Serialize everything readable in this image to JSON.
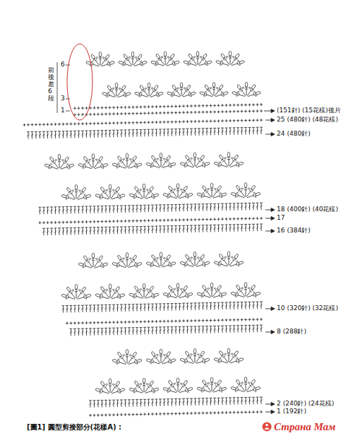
{
  "diagram": {
    "caption": "[圖1] 圓型剪接部分(花樣A) :",
    "labels": [
      "6",
      "3",
      "1",
      "前後差6段",
      "(151針) (15花樣)後片",
      "25",
      "(480針) (48花樣)",
      "24",
      "(480針)",
      "18",
      "(400針) (40花樣)",
      "17",
      "16",
      "(384針)",
      "10",
      "(320針) (32花樣)",
      "8",
      "(288針)",
      "2",
      "(240針) (24花樣)",
      "1",
      "(192針)",
      "Страна Мам"
    ]
  }
}
